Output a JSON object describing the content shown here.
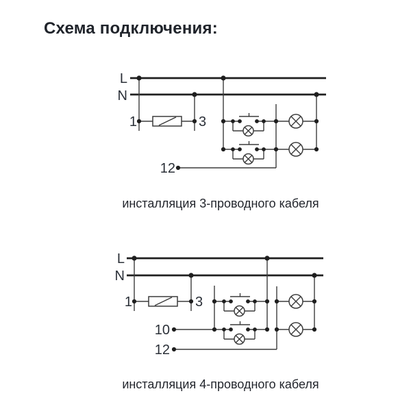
{
  "title": "Схема подключения:",
  "colors": {
    "background": "#ffffff",
    "bus_line": "#1f1f1f",
    "wire": "#3c3c3c",
    "text": "#262a31"
  },
  "symbols": {
    "device": "relay-box-with-diagonal",
    "pushbutton": "illuminated-pushbutton-normally-open",
    "lamp": "lamp-circle-with-cross",
    "junction": "connection-dot"
  },
  "diagram_3wire": {
    "caption": "инсталляция 3-проводного кабеля",
    "labels": {
      "line": "L",
      "neutral": "N",
      "terminal_1": "1",
      "terminal_3": "3",
      "terminal_12": "12"
    }
  },
  "diagram_4wire": {
    "caption": "инсталляция 4-проводного кабеля",
    "labels": {
      "line": "L",
      "neutral": "N",
      "terminal_1": "1",
      "terminal_3": "3",
      "terminal_10": "10",
      "terminal_12": "12"
    }
  }
}
